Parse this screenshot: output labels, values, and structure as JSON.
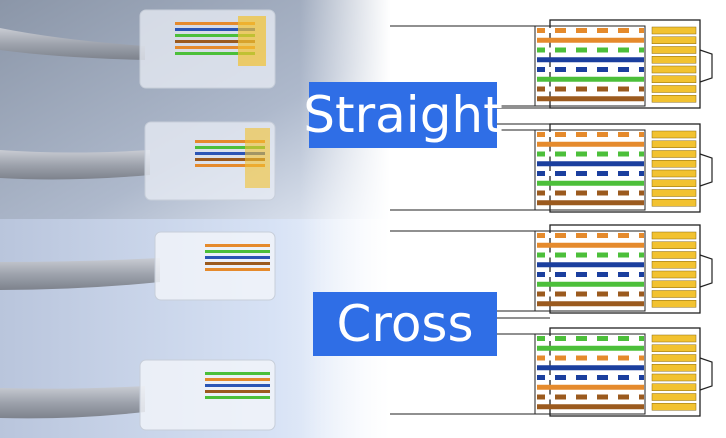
{
  "labels": {
    "straight": "Straight",
    "cross": "Cross"
  },
  "colors": {
    "label_bg": "#2f6ee6",
    "label_text": "#ffffff",
    "orange": "#e58a2c",
    "green": "#4cbf3a",
    "blue": "#1b3f9e",
    "brown": "#9b5a1e",
    "pin_gold": "#f2c230",
    "stripe_white": "#ffffff",
    "photo_bg_top": "#9aa7bd",
    "photo_bg_bottom": "#c9d6ee"
  },
  "wiring": {
    "straight_top": [
      "orange-white",
      "orange",
      "green-white",
      "blue",
      "blue-white",
      "green",
      "brown-white",
      "brown"
    ],
    "straight_bottom": [
      "orange-white",
      "orange",
      "green-white",
      "blue",
      "blue-white",
      "green",
      "brown-white",
      "brown"
    ],
    "cross_top": [
      "orange-white",
      "orange",
      "green-white",
      "blue",
      "blue-white",
      "green",
      "brown-white",
      "brown"
    ],
    "cross_bottom": [
      "green-white",
      "green",
      "orange-white",
      "blue",
      "blue-white",
      "orange",
      "brown-white",
      "brown"
    ]
  },
  "icons": [
    "rj45-connector-photo",
    "rj45-pinout-diagram"
  ]
}
